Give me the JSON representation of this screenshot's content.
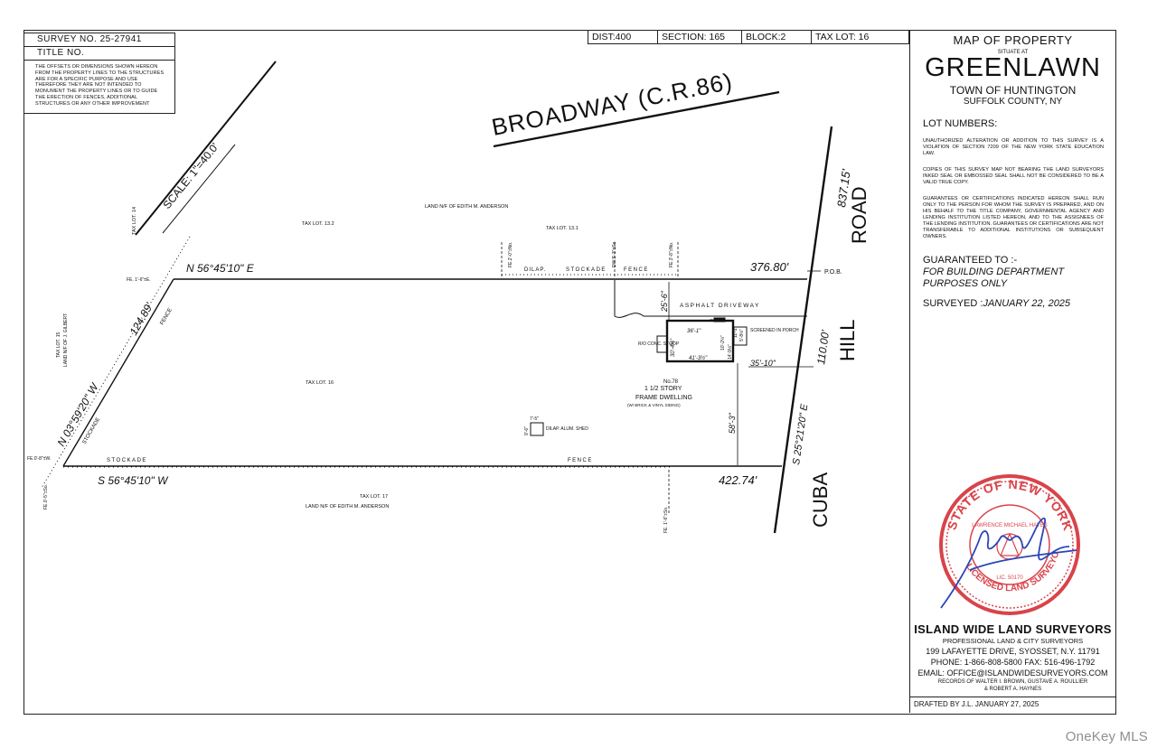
{
  "title_block": {
    "survey_no": "SURVEY NO. 25-27941",
    "title_no": "TITLE NO.",
    "offsets_note": "THE OFFSETS OR DIMENSIONS SHOWN HEREON FROM THE PROPERTY LINES TO THE STRUCTURES ARE FOR A SPECIFIC PURPOSE AND USE THEREFORE THEY ARE NOT INTENDED TO MONUMENT THE PROPERTY LINES OR TO GUIDE THE ERECTION OF FENCES, ADDITIONAL STRUCTURES OR ANY OTHER IMPROVEMENT"
  },
  "header_strip": {
    "dist": "DIST:400",
    "section": "SECTION: 165",
    "block": "BLOCK:2",
    "tax_lot": "TAX LOT: 16"
  },
  "side_panel": {
    "map_of_property": "MAP OF PROPERTY",
    "situate_at": "SITUATE AT",
    "place": "GREENLAWN",
    "town": "TOWN OF HUNTINGTON",
    "county": "SUFFOLK COUNTY, NY",
    "lot_numbers": "LOT NUMBERS:",
    "notice_1": "UNAUTHORIZED ALTERATION OR ADDITION TO THIS SURVEY IS A VIOLATION OF SECTION 7209 OF THE NEW YORK STATE EDUCATION LAW.",
    "notice_2": "COPIES OF THIS SURVEY MAP NOT BEARING THE LAND SURVEYORS INKED SEAL OR EMBOSSED SEAL SHALL NOT BE CONSIDERED TO BE A VALID TRUE COPY.",
    "notice_3": "GUARANTEES OR CERTIFICATIONS INDICATED HEREON SHALL RUN ONLY TO THE PERSON FOR WHOM THE SURVEY IS PREPARED, AND ON HIS BEHALF TO THE TITLE COMPANY, GOVERNMENTAL AGENCY AND LENDING INSTITUTION LISTED HEREON, AND TO THE ASSIGNEES OF THE LENDING INSTITUTION. GUARANTEES OR CERTIFICATIONS ARE NOT TRANSFERABLE TO ADDITIONAL INSTITUTIONS OR SUBSEQUENT OWNERS.",
    "guaranteed_to": "GUARANTEED TO :-",
    "purpose_1": "FOR BUILDING DEPARTMENT",
    "purpose_2": "PURPOSES ONLY",
    "surveyed_label": "SURVEYED :",
    "surveyed_date": "JANUARY 22, 2025",
    "seal_text_top": "STATE OF NEW YORK",
    "seal_text_bottom": "LICENSED LAND SURVEYOR",
    "seal_name": "LAWRENCE MICHAEL HAYES",
    "seal_number": "LIC. 50170",
    "company": "ISLAND WIDE LAND SURVEYORS",
    "company_sub": "PROFESSIONAL LAND & CITY SURVEYORS",
    "address": "199 LAFAYETTE DRIVE, SYOSSET, N.Y. 11791",
    "phone": "PHONE: 1-866-808-5800 FAX: 516-496-1792",
    "email": "EMAIL: OFFICE@ISLANDWIDESURVEYORS.COM",
    "records_1": "RECORDS OF WALTER I. BROWN, GUSTAVE A. ROULLIER",
    "records_2": "& ROBERT A. HAYNES",
    "drafted": "DRAFTED BY J.L. JANUARY 27, 2025"
  },
  "map": {
    "broadway": "BROADWAY (C.R.86)",
    "scale": "SCALE: 1\"=40.0'",
    "road_road": "ROAD",
    "road_hill": "HILL",
    "road_cuba": "CUBA",
    "north_bearing": "N 56°45'10\" E",
    "north_dist": "376.80'",
    "south_bearing": "S 56°45'10\" W",
    "south_dist": "422.74'",
    "west_bearing": "N 03°59'20\" W",
    "west_dist": "124.89'",
    "east_bearing": "S 25°21'20\" E",
    "east_dist": "110.00'",
    "road_dist": "837.15'",
    "pob": "P.O.B.",
    "tax_lot_14": "TAX LOT. 14",
    "tax_lot_13_2": "TAX LOT. 13.2",
    "tax_lot_13_1": "TAX LOT. 13.1",
    "tax_lot_16": "TAX LOT. 16",
    "tax_lot_17": "TAX LOT. 17",
    "tax_lot_15": "TAX LOT. 15",
    "land_15": "LAND N/F OF J. GILBERT",
    "land_anderson_n": "LAND N/F OF EDITH M. ANDERSON",
    "land_anderson_s": "LAND N/F OF EDITH M. ANDERSON",
    "asphalt": "ASPHALT  DRIVEWAY",
    "dilap_fence_n1": "DILAP.",
    "dilap_fence_n2": "STOCKADE",
    "dilap_fence_n3": "FENCE",
    "stockade_s": "STOCKADE",
    "fence_s": "FENCE",
    "fence_w": "FENCE",
    "stockade_w": "STOCKADE",
    "fe_n": "FE. 1'-6\"±E.",
    "fe_sw": "FE.0'-8\"±W.",
    "fe_sw2": "FE.0'-5\"±So.",
    "fe_s": "FE. 1'-6\"±So.",
    "fe_n2": "FE.2'-0\"±No.",
    "fe_n3": "DW.5'-3\"±So.",
    "fe_n4": "FE.3'-8\"±No.",
    "dwelling_no": "No.78",
    "dwelling_1": "1 1/2 STORY",
    "dwelling_2": "FRAME DWELLING",
    "dwelling_3": "(W/ BRICK & VINYL SIDING)",
    "stoop": "R/O CONC. STOOP",
    "screened": "SCREENED IN PORCH",
    "shed": "DILAP. ALUM. SHED",
    "shed_dim": "7'-5\"",
    "shed_dim2": "9'-6\"",
    "dim_36": "36'-1\"",
    "dim_41": "41'-3½\"",
    "dim_30": "30'-4½\"",
    "dim_25": "25'-6\"",
    "dim_35": "35'-10\"",
    "dim_58": "58'-3\"",
    "dim_10": "10'-2½\"",
    "dim_14": "14'-9½\"",
    "dim_11": "11'-1\"",
    "dim_5": "5'-8½\"",
    "chim": "CHIM."
  },
  "watermark": "OneKey MLS",
  "colors": {
    "ink": "#111111",
    "seal_red": "#d9434a",
    "signature_blue": "#2a46b8"
  }
}
